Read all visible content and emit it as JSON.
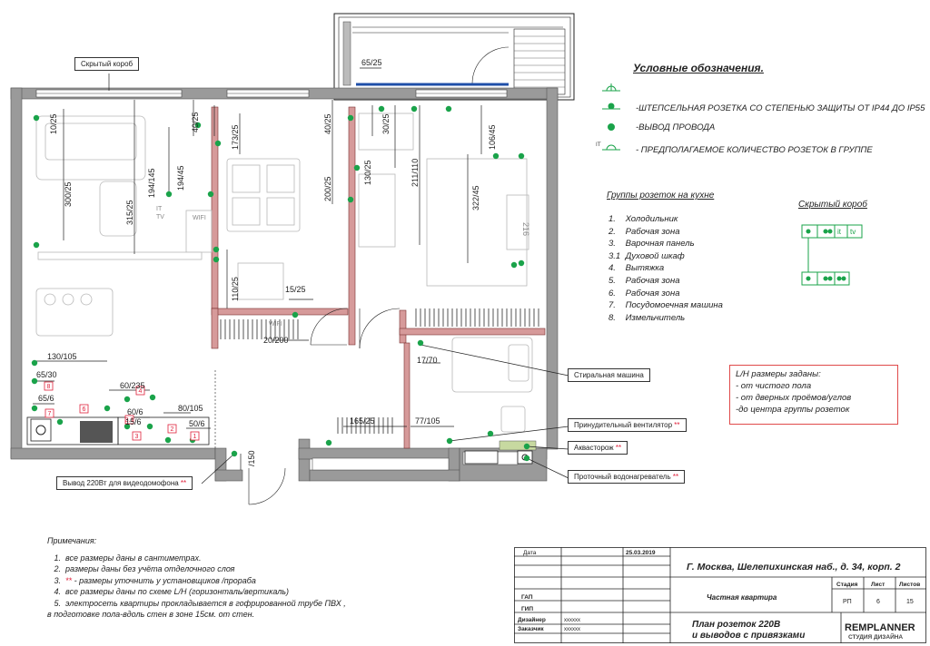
{
  "legend": {
    "title": "Условные обозначения.",
    "items": [
      {
        "icon": "socket-ip-icon",
        "text": "-ШТЕПСЕЛЬНАЯ РОЗЕТКА СО СТЕПЕНЬЮ ЗАЩИТЫ ОТ IP44 ДО IP55"
      },
      {
        "icon": "wire-outlet-icon",
        "text": "-ВЫВОД ПРОВОДА"
      },
      {
        "icon": "socket-group-icon",
        "text": "- ПРЕДПОЛАГАЕМОЕ КОЛИЧЕСТВО РОЗЕТОК В ГРУППЕ",
        "prefix": "IT"
      }
    ]
  },
  "kitchen_groups": {
    "title": "Группы розеток на кухне",
    "items": [
      {
        "n": "1.",
        "label": "Холодильник"
      },
      {
        "n": "2.",
        "label": "Рабочая зона"
      },
      {
        "n": "3.",
        "label": "Варочная панель"
      },
      {
        "n": "3.1",
        "label": "Духовой шкаф"
      },
      {
        "n": "4.",
        "label": "Вытяжка"
      },
      {
        "n": "5.",
        "label": "Рабочая зона"
      },
      {
        "n": "6.",
        "label": "Рабочая зона"
      },
      {
        "n": "7.",
        "label": "Посудомоечная машина"
      },
      {
        "n": "8.",
        "label": "Измельчитель"
      }
    ]
  },
  "hidden_box": {
    "title": "Скрытый короб",
    "labels": [
      "it",
      "tv"
    ]
  },
  "lh_note": {
    "title": "L/H размеры заданы:",
    "lines": [
      "- от чистого пола",
      "- от дверных проёмов/углов",
      "-до центра группы розеток"
    ]
  },
  "callouts": {
    "hidden_box": "Скрытый короб",
    "washing_machine": "Стиральная машина",
    "ventilator": "Принудительный вентилятор",
    "aquastop": "Аквасторож",
    "water_heater": "Проточный водонагреватель",
    "intercom": "Вывод 220Вт для видеодомофона",
    "star": "**"
  },
  "dimensions": {
    "d_65_25": "65/25",
    "d_10_25": "10/25",
    "d_300_25": "300/25",
    "d_194_145": "194/145",
    "d_194_45": "194/45",
    "d_40_25a": "40/25",
    "d_315_25": "315/25",
    "d_173_25": "173/25",
    "d_200_25": "200/25",
    "d_40_25b": "40/25",
    "d_130_25": "130/25",
    "d_30_25": "30/25",
    "d_211_110": "211/110",
    "d_106_45": "106/45",
    "d_322_45": "322/45",
    "d_110_25": "110/25",
    "d_15_25": "15/25",
    "d_20_200": "20/200",
    "d_17_70": "17/70",
    "d_130_105": "130/105",
    "d_65_30": "65/30",
    "d_60_235": "60/235",
    "d_65_6": "65/6",
    "d_60_6": "60/6",
    "d_80_105": "80/105",
    "d_15_6": "15/6",
    "d_50_6": "50/6",
    "d_165_25": "165/25",
    "d_77_105": "77/105",
    "d_150": "/150"
  },
  "plan_labels": {
    "it": "IT",
    "tv": "TV",
    "wifi": "WIFI",
    "wifi2": "WIFI",
    "bed_size": "216"
  },
  "notes": {
    "title": "Примечания:",
    "items": [
      {
        "n": "1.",
        "text": "все размеры даны в сантиметрах."
      },
      {
        "n": "2.",
        "text": "размеры даны без учёта отделочного слоя"
      },
      {
        "n": "3.",
        "star": "**",
        "text": "- размеры уточнить у установщиков /прораба"
      },
      {
        "n": "4.",
        "text": "все размеры даны по схеме L/H (горизонталь/вертикаль)"
      },
      {
        "n": "5.",
        "text": "электросеть квартиры прокладывается в гофрированной трубе ПВХ ,"
      },
      {
        "n": "",
        "text": "в подготовке пола-вдоль стен в зоне 15см. от стен."
      }
    ]
  },
  "stamp": {
    "date_label": "Дата",
    "date_value": "25.03.2019",
    "address": "Г. Москва, Шелепихинская наб., д. 34, корп. 2",
    "gap": "ГАП",
    "gip": "ГИП",
    "object": "Частная квартира",
    "stage_label": "Стадия",
    "sheet_label": "Лист",
    "sheets_label": "Листов",
    "stage": "РП",
    "sheet": "6",
    "sheets": "15",
    "designer_label": "Дизайнер",
    "designer_value": "xxxxxx",
    "customer_label": "Заказчик",
    "customer_value": "xxxxxx",
    "sheet_title_1": "План розеток 220В",
    "sheet_title_2": "и выводов с привязками",
    "logo_main": "REMPLANNER",
    "logo_sub": "СТУДИЯ ДИЗАЙНА"
  },
  "colors": {
    "wall": "#9a9a9a",
    "partition": "#d69a9a",
    "socket": "#1aa34a",
    "dim": "#222222",
    "pipe": "#1f4fa8",
    "red": "#e0203a"
  }
}
